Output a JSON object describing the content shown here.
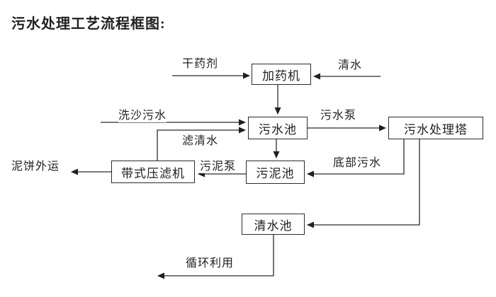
{
  "page": {
    "background": "#ffffff",
    "ink": "#1f1f1f",
    "line_color": "#2b2b2b"
  },
  "title": "污水处理工艺流程框图:",
  "diagram": {
    "nodes": {
      "dosing_machine": "加药机",
      "sewage_pool": "污水池",
      "treatment_tower": "污水处理塔",
      "sludge_pool": "污泥池",
      "belt_filter_press": "带式压滤机",
      "clean_water_pool": "清水池"
    },
    "labels": {
      "dry_agent": "干药剂",
      "clean_water": "清水",
      "sand_washing_sewage": "洗沙污水",
      "sewage_pump": "污水泵",
      "filtered_water": "滤清水",
      "sludge_pump": "污泥泵",
      "bottom_sewage": "底部污水",
      "mud_cake_out": "泥饼外运",
      "recycle": "循环利用"
    }
  }
}
